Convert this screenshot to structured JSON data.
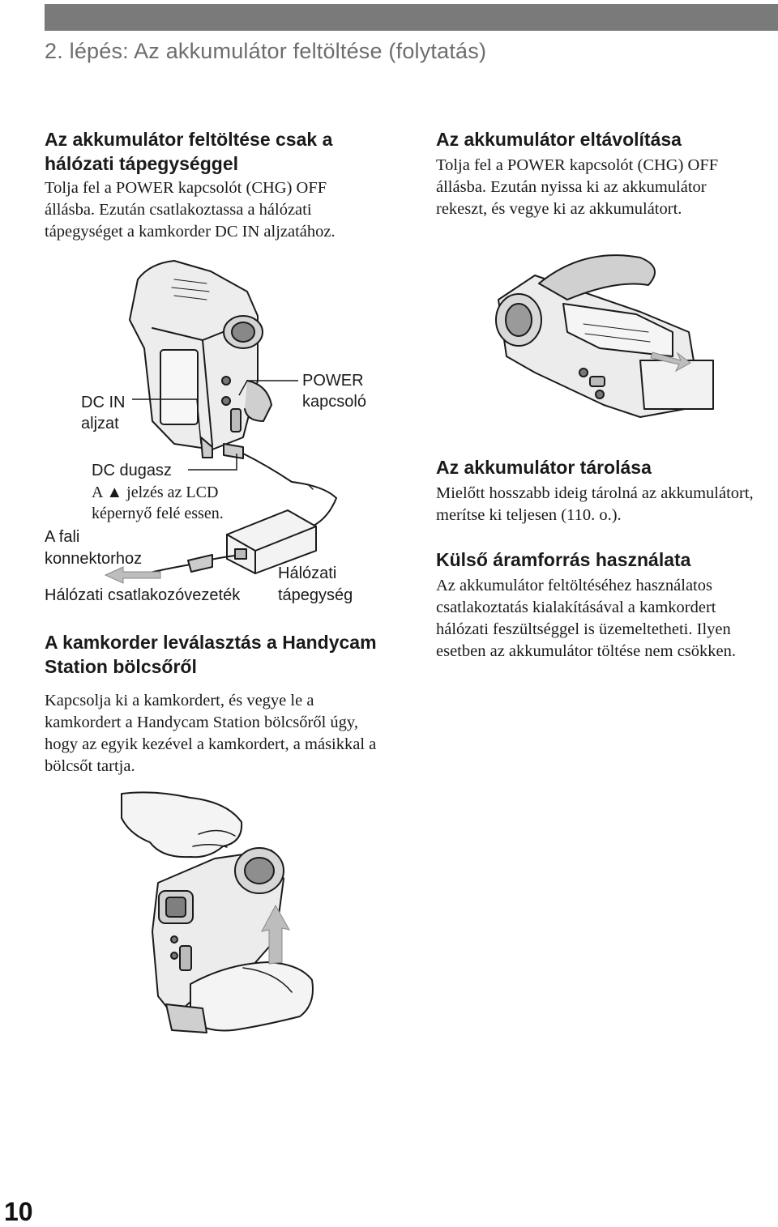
{
  "header": {
    "title": "2. lépés: Az akkumulátor feltöltése (folytatás)"
  },
  "sections": {
    "charge_adapter": {
      "heading": "Az akkumulátor feltöltése csak a hálózati tápegységgel",
      "body": "Tolja fel a POWER kapcsolót (CHG) OFF állásba. Ezután csatlakoztassa a hálózati tápegységet a kamkorder DC IN aljzatához."
    },
    "remove_battery": {
      "heading": "Az akkumulátor eltávolítása",
      "body": "Tolja fel a POWER kapcsolót (CHG) OFF állásba. Ezután nyissa ki az akkumulátor rekeszt, és vegye ki az akkumulátort."
    },
    "store_battery": {
      "heading": "Az akkumulátor tárolása",
      "body": "Mielőtt hosszabb ideig tárolná az akkumulátort, merítse ki teljesen (110. o.)."
    },
    "external_power": {
      "heading": "Külső áramforrás használata",
      "body": "Az akkumulátor feltöltéséhez használatos csatlakoztatás kialakításával a kamkordert hálózati feszültséggel is üzemeltetheti. Ilyen esetben az akkumulátor töltése nem csökken."
    },
    "detach_station": {
      "heading": "A kamkorder leválasztás a Handycam Station bölcsőről",
      "body": "Kapcsolja ki a kamkordert, és vegye le a kamkordert a Handycam Station bölcsőről úgy, hogy az egyik kezével a kamkordert, a másikkal a bölcsőt tartja."
    }
  },
  "diagram_labels": {
    "dc_in_1": "DC IN",
    "dc_in_2": "aljzat",
    "power_1": "POWER",
    "power_2": "kapcsoló",
    "dc_plug": "DC dugasz",
    "mark_1": "A ▲ jelzés az LCD",
    "mark_2": "képernyő felé essen.",
    "wall_1": "A fali",
    "wall_2": "konnektorhoz",
    "adapter_1": "Hálózati",
    "adapter_2": "tápegység",
    "cord": "Hálózati csatlakozóvezeték"
  },
  "page_number": "10"
}
